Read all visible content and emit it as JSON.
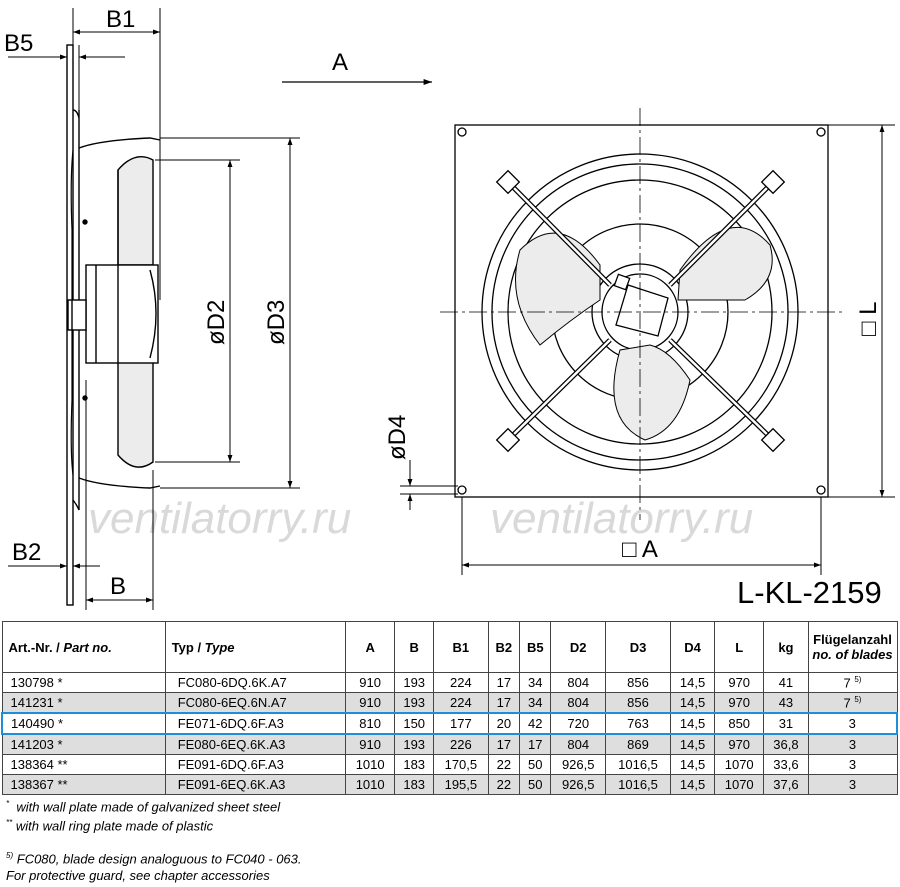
{
  "drawing": {
    "view_arrow": "A",
    "side_dims": {
      "b1": "B1",
      "b5": "B5",
      "b2": "B2",
      "b": "B",
      "d2": "øD2",
      "d3": "øD3"
    },
    "front_dims": {
      "d4": "øD4",
      "a": "□ A",
      "l": "□ L"
    },
    "watermark": "ventilatorry.ru",
    "drawing_id": "L-KL-2159"
  },
  "table": {
    "headers": {
      "art_bold": "Art.-Nr. / ",
      "art_italic": "Part no.",
      "typ_bold": "Typ / ",
      "typ_italic": "Type",
      "a": "A",
      "b": "B",
      "b1": "B1",
      "b2": "B2",
      "b5": "B5",
      "d2": "D2",
      "d3": "D3",
      "d4": "D4",
      "l": "L",
      "kg": "kg",
      "blades_de": "Flügelanzahl",
      "blades_en": "no. of blades"
    },
    "rows": [
      {
        "art": "130798 *",
        "type": "FC080-6DQ.6K.A7",
        "a": "910",
        "b": "193",
        "b1": "224",
        "b2": "17",
        "b5": "34",
        "d2": "804",
        "d3": "856",
        "d4": "14,5",
        "l": "970",
        "kg": "41",
        "blades": "7",
        "blades_note": "5)"
      },
      {
        "art": "141231 *",
        "type": "FC080-6EQ.6N.A7",
        "a": "910",
        "b": "193",
        "b1": "224",
        "b2": "17",
        "b5": "34",
        "d2": "804",
        "d3": "856",
        "d4": "14,5",
        "l": "970",
        "kg": "43",
        "blades": "7",
        "blades_note": "5)"
      },
      {
        "art": "140490 *",
        "type": "FE071-6DQ.6F.A3",
        "a": "810",
        "b": "150",
        "b1": "177",
        "b2": "20",
        "b5": "42",
        "d2": "720",
        "d3": "763",
        "d4": "14,5",
        "l": "850",
        "kg": "31",
        "blades": "3",
        "blades_note": ""
      },
      {
        "art": "141203 *",
        "type": "FE080-6EQ.6K.A3",
        "a": "910",
        "b": "193",
        "b1": "226",
        "b2": "17",
        "b5": "17",
        "d2": "804",
        "d3": "869",
        "d4": "14,5",
        "l": "970",
        "kg": "36,8",
        "blades": "3",
        "blades_note": ""
      },
      {
        "art": "138364 **",
        "type": "FE091-6DQ.6F.A3",
        "a": "1010",
        "b": "183",
        "b1": "170,5",
        "b2": "22",
        "b5": "50",
        "d2": "926,5",
        "d3": "1016,5",
        "d4": "14,5",
        "l": "1070",
        "kg": "33,6",
        "blades": "3",
        "blades_note": ""
      },
      {
        "art": "138367 **",
        "type": "FE091-6EQ.6K.A3",
        "a": "1010",
        "b": "183",
        "b1": "195,5",
        "b2": "22",
        "b5": "50",
        "d2": "926,5",
        "d3": "1016,5",
        "d4": "14,5",
        "l": "1070",
        "kg": "37,6",
        "blades": "3",
        "blades_note": ""
      }
    ]
  },
  "footnotes": {
    "star_mark": "*",
    "star": "with wall plate made of galvanized sheet steel",
    "dstar_mark": "**",
    "dstar": "with wall ring plate made of plastic",
    "five_mark": "5)",
    "five": "FC080, blade design analoguous to FC040 - 063.",
    "guard": "For protective guard, see chapter accessories"
  },
  "colors": {
    "highlight": "#1e8fd6",
    "row_shade": "#dedede",
    "blade_fill": "#ececec",
    "watermark": "#d9d9d9"
  }
}
